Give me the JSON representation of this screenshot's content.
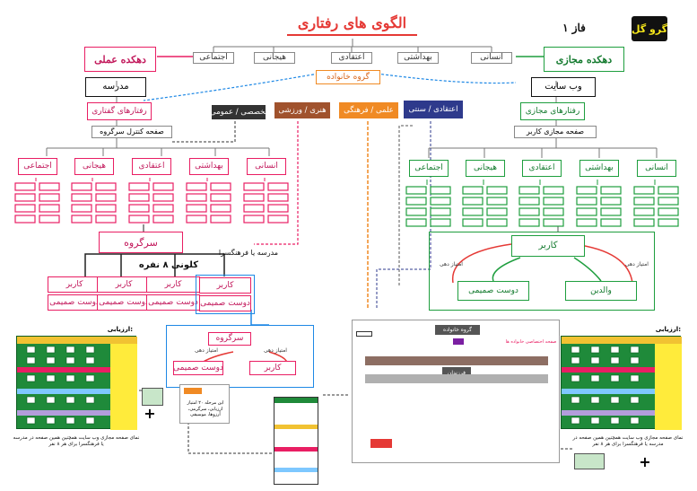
{
  "header": {
    "title": "الگوی های رفتاری",
    "phase": "فاز ۱",
    "logo": "گرو گل",
    "categories": [
      "اجتماعی",
      "هیجانی",
      "اعتقادی",
      "بهداشتی",
      "انسانی"
    ]
  },
  "left": {
    "village": "دهکده عملی",
    "school": "مدرسه",
    "behaviors": "رفتارهای گفتاری",
    "page": "صفحه کنترل سرگروه",
    "columns": [
      "اجتماعی",
      "هیجانی",
      "اعتقادی",
      "بهداشتی",
      "انسانی"
    ],
    "leader": "سرگروه",
    "colony": "کلونی ۸ نفره",
    "colony_num": "۸",
    "users": [
      {
        "user": "کاربر",
        "friend": "دوست صمیمی"
      },
      {
        "user": "کاربر",
        "friend": "دوست صمیمی"
      },
      {
        "user": "کاربر",
        "friend": "دوست صمیمی"
      },
      {
        "user": "کاربر",
        "friend": "دوست صمیمی"
      }
    ],
    "school_or_cultural": "مدرسه یا فرهنگسرا",
    "sub_leader": "سرگروه",
    "sub_friend": "دوست صمیمی",
    "sub_user": "کاربر",
    "sub_edge_left": "امتیاز دهی",
    "sub_edge_right": "امتیاز دهی"
  },
  "right": {
    "village": "دهکده مجازی",
    "website": "وب سایت",
    "behaviors": "رفتارهای مجازی",
    "page": "صفحه مجازی کاربر",
    "columns": [
      "اجتماعی",
      "هیجانی",
      "اعتقادی",
      "بهداشتی",
      "انسانی"
    ],
    "user": "کاربر",
    "friend": "دوست صمیمی",
    "parents": "والدین",
    "edge_left": "امتیاز دهی",
    "edge_right": "امتیاز دهی"
  },
  "family": {
    "label": "گروه خانواده",
    "tags": [
      {
        "label": "تخصصی / عمومی",
        "color": "#333333"
      },
      {
        "label": "هنری / ورزشی",
        "color": "#a0522d"
      },
      {
        "label": "علمی / فرهنگی",
        "color": "#f08a24"
      },
      {
        "label": "اعتقادی / سنتی",
        "color": "#2e3a8c"
      }
    ]
  },
  "bottom": {
    "caption_left": "نمای صفحه مجازی وب سایت همچنین همین صفحه در مدرسه یا فرهنگسرا برای هر ۸ نفر",
    "caption_right": "نمای صفحه مجازی وب سایت همچنین همین صفحه در مدرسه یا فرهنگسرا برای هر ۸ نفر",
    "panel_left_title": "ارزیابی:",
    "panel_right_title": "ارزیابی:",
    "plus": "+",
    "center_family": "گروه خانواده",
    "center_child": "فرزندان",
    "center_page": "صفحه اختصاصی خانواده ها",
    "orange_box": "این مرحله ۲۰ امتیاز ارزیابی، سرگرمی، آرزوها، موسیقی"
  },
  "colors": {
    "red": "#e53935",
    "pink": "#e91e63",
    "green": "#1e9e3e",
    "blue": "#1e88e5"
  }
}
